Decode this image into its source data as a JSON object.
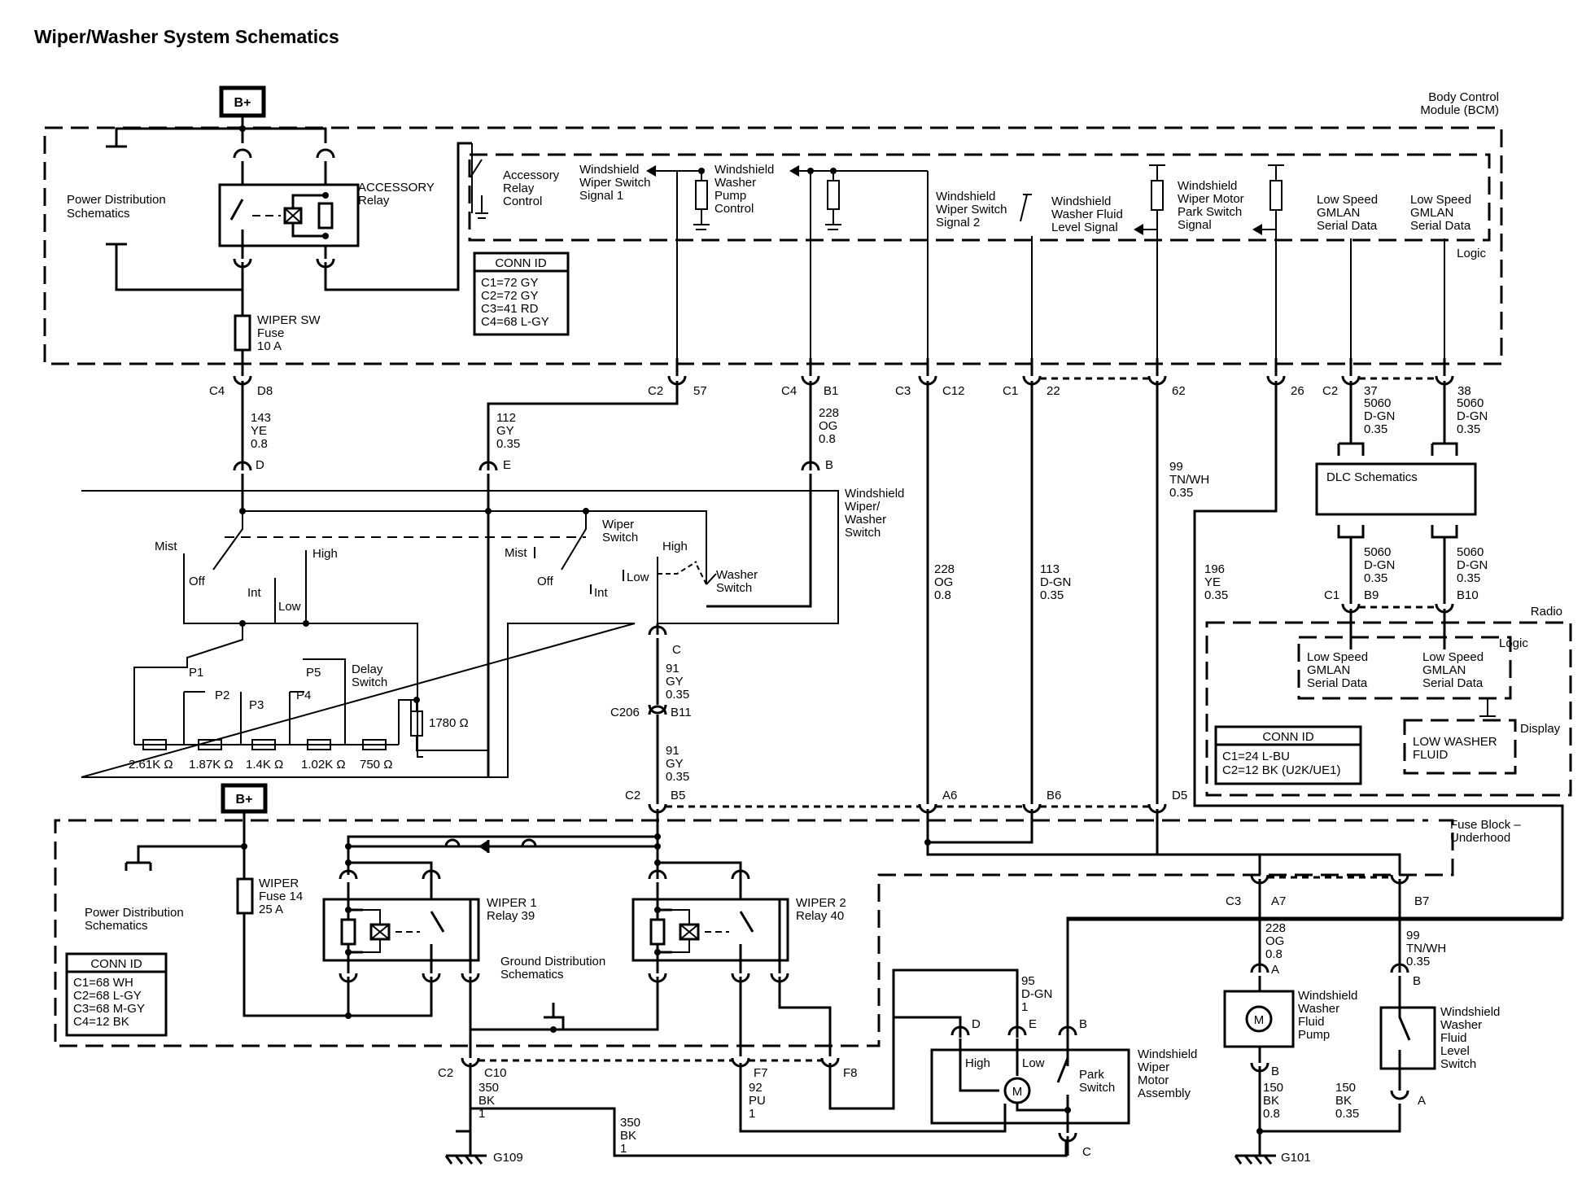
{
  "title": "Wiper/Washer System Schematics",
  "battery": "B+",
  "bcm": {
    "label": [
      "Body Control",
      "Module (BCM)"
    ],
    "logic": "Logic",
    "accessory_relay": [
      "ACCESSORY",
      "Relay"
    ],
    "power_distribution": [
      "Power Distribution",
      "Schematics"
    ],
    "fuse": [
      "WIPER SW",
      "Fuse",
      "10 A"
    ],
    "accessory_relay_control": [
      "Accessory",
      "Relay",
      "Control"
    ],
    "wiper_switch_signal_1": [
      "Windshield",
      "Wiper Switch",
      "Signal 1"
    ],
    "washer_pump_control": [
      "Windshield",
      "Washer",
      "Pump",
      "Control"
    ],
    "wiper_switch_signal_2": [
      "Windshield",
      "Wiper Switch",
      "Signal 2"
    ],
    "washer_fluid_level_signal": [
      "Windshield",
      "Washer Fluid",
      "Level Signal"
    ],
    "motor_park_switch_signal": [
      "Windshield",
      "Wiper Motor",
      "Park Switch",
      "Signal"
    ],
    "gmlan_1": [
      "Low Speed",
      "GMLAN",
      "Serial Data"
    ],
    "gmlan_2": [
      "Low Speed",
      "GMLAN",
      "Serial Data"
    ],
    "conn_id": {
      "title": "CONN ID",
      "rows": [
        "C1=72 GY",
        "C2=72 GY",
        "C3=41 RD",
        "C4=68 L-GY"
      ]
    }
  },
  "bcm_pins": [
    {
      "conn": "C4",
      "pin": "D8"
    },
    {
      "conn": "C2",
      "pin": "57"
    },
    {
      "conn": "C4",
      "pin": "B1"
    },
    {
      "conn": "C3",
      "pin": "C12"
    },
    {
      "conn": "C1",
      "pin": "22"
    },
    {
      "conn": "",
      "pin": "62"
    },
    {
      "conn": "",
      "pin": "26"
    },
    {
      "conn": "C2",
      "pin": "37"
    },
    {
      "conn": "",
      "pin": "38"
    }
  ],
  "wires": {
    "w143": [
      "143",
      "YE",
      "0.8"
    ],
    "w112": [
      "112",
      "GY",
      "0.35"
    ],
    "w228a": [
      "228",
      "OG",
      "0.8"
    ],
    "w99a": [
      "99",
      "TN/WH",
      "0.35"
    ],
    "w228b": [
      "228",
      "OG",
      "0.8"
    ],
    "w113": [
      "113",
      "D-GN",
      "0.35"
    ],
    "w196": [
      "196",
      "YE",
      "0.35"
    ],
    "w5060a": [
      "5060",
      "D-GN",
      "0.35"
    ],
    "w5060b": [
      "5060",
      "D-GN",
      "0.35"
    ],
    "w5060c": [
      "5060",
      "D-GN",
      "0.35"
    ],
    "w5060d": [
      "5060",
      "D-GN",
      "0.35"
    ],
    "w91a": [
      "91",
      "GY",
      "0.35"
    ],
    "w91b": [
      "91",
      "GY",
      "0.35"
    ],
    "w95": [
      "95",
      "D-GN",
      "1"
    ],
    "w228c": [
      "228",
      "OG",
      "0.8"
    ],
    "w99b": [
      "99",
      "TN/WH",
      "0.35"
    ],
    "w350a": [
      "350",
      "BK",
      "1"
    ],
    "w92": [
      "92",
      "PU",
      "1"
    ],
    "w350b": [
      "350",
      "BK",
      "1"
    ],
    "w150a": [
      "150",
      "BK",
      "0.8"
    ],
    "w150b": [
      "150",
      "BK",
      "0.35"
    ]
  },
  "wiper_switch": {
    "label": [
      "Windshield",
      "Wiper/",
      "Washer",
      "Switch"
    ],
    "pin_d": "D",
    "pin_e": "E",
    "pin_b": "B",
    "pin_c": "C",
    "mist": "Mist",
    "off": "Off",
    "int": "Int",
    "low": "Low",
    "high": "High",
    "mist2": "Mist",
    "off2": "Off",
    "int2": "Int",
    "low2": "Low",
    "high2": "High",
    "wiper_switch_lbl": [
      "Wiper",
      "Switch"
    ],
    "washer_switch": [
      "Washer",
      "Switch"
    ],
    "delay_switch": [
      "Delay",
      "Switch"
    ],
    "positions": [
      "P1",
      "P2",
      "P3",
      "P4",
      "P5"
    ],
    "resistors": [
      "2.61K Ω",
      "1.87K Ω",
      "1.4K Ω",
      "1.02K Ω",
      "750 Ω"
    ],
    "r1780": "1780 Ω"
  },
  "c206": {
    "name": "C206",
    "pin": "B11"
  },
  "dlc": {
    "label": "DLC Schematics",
    "radio_c1": "C1",
    "radio_b9": "B9",
    "radio_b10": "B10"
  },
  "radio": {
    "label": "Radio",
    "logic": "Logic",
    "display": "Display",
    "gmlan_1": [
      "Low Speed",
      "GMLAN",
      "Serial Data"
    ],
    "gmlan_2": [
      "Low Speed",
      "GMLAN",
      "Serial Data"
    ],
    "low_washer": [
      "LOW WASHER",
      "FLUID"
    ],
    "conn_id": {
      "title": "CONN ID",
      "rows": [
        "C1=24 L-BU",
        "C2=12 BK (U2K/UE1)"
      ]
    }
  },
  "fuse_block": {
    "label": [
      "Fuse Block –",
      "Underhood"
    ],
    "power_distribution": [
      "Power Distribution",
      "Schematics"
    ],
    "fuse": [
      "WIPER",
      "Fuse 14",
      "25 A"
    ],
    "wiper1": [
      "WIPER 1",
      "Relay 39"
    ],
    "wiper2": [
      "WIPER 2",
      "Relay 40"
    ],
    "ground_dist": [
      "Ground Distribution",
      "Schematics"
    ],
    "pins_top": {
      "c2": "C2",
      "b5": "B5",
      "a6": "A6",
      "b6": "B6",
      "d5": "D5"
    },
    "pins_bottom": {
      "c2": "C2",
      "c10": "C10",
      "f7": "F7",
      "f8": "F8",
      "c3": "C3",
      "a7": "A7",
      "b7": "B7"
    },
    "conn_id": {
      "title": "CONN ID",
      "rows": [
        "C1=68 WH",
        "C2=68 L-GY",
        "C3=68 M-GY",
        "C4=12 BK"
      ]
    }
  },
  "motor": {
    "label": [
      "Windshield",
      "Wiper",
      "Motor",
      "Assembly"
    ],
    "high": "High",
    "low": "Low",
    "park": [
      "Park",
      "Switch"
    ],
    "m": "M",
    "pin_d": "D",
    "pin_e": "E",
    "pin_b": "B",
    "pin_c": "C"
  },
  "pump": {
    "label": [
      "Windshield",
      "Washer",
      "Fluid",
      "Pump"
    ],
    "m": "M",
    "pin_a": "A",
    "pin_b": "B"
  },
  "level_switch": {
    "label": [
      "Windshield",
      "Washer",
      "Fluid",
      "Level",
      "Switch"
    ],
    "pin_b": "B",
    "pin_a": "A"
  },
  "grounds": {
    "g109": "G109",
    "g101": "G101"
  }
}
